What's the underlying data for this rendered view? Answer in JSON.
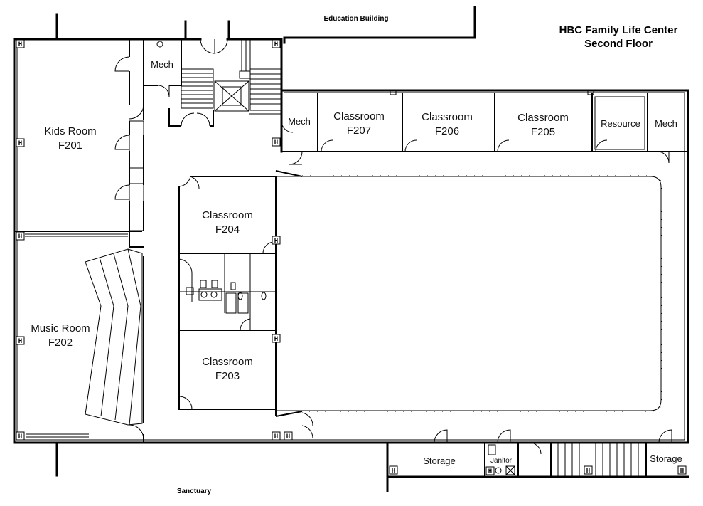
{
  "title": {
    "line1": "HBC Family Life Center",
    "line2": "Second Floor"
  },
  "adjacent": {
    "north": "Education Building",
    "south": "Sanctuary"
  },
  "rooms": {
    "kids_room": {
      "name": "Kids Room",
      "number": "F201"
    },
    "music_room": {
      "name": "Music Room",
      "number": "F202"
    },
    "classroom_f203": {
      "name": "Classroom",
      "number": "F203"
    },
    "classroom_f204": {
      "name": "Classroom",
      "number": "F204"
    },
    "classroom_f205": {
      "name": "Classroom",
      "number": "F205"
    },
    "classroom_f206": {
      "name": "Classroom",
      "number": "F206"
    },
    "classroom_f207": {
      "name": "Classroom",
      "number": "F207"
    },
    "mech_north": {
      "name": "Mech"
    },
    "mech_center": {
      "name": "Mech"
    },
    "mech_east": {
      "name": "Mech"
    },
    "resource": {
      "name": "Resource"
    },
    "storage_west": {
      "name": "Storage"
    },
    "storage_east": {
      "name": "Storage"
    },
    "janitor": {
      "name": "Janitor"
    }
  },
  "symbols": {
    "hydrant_letter": "H"
  }
}
